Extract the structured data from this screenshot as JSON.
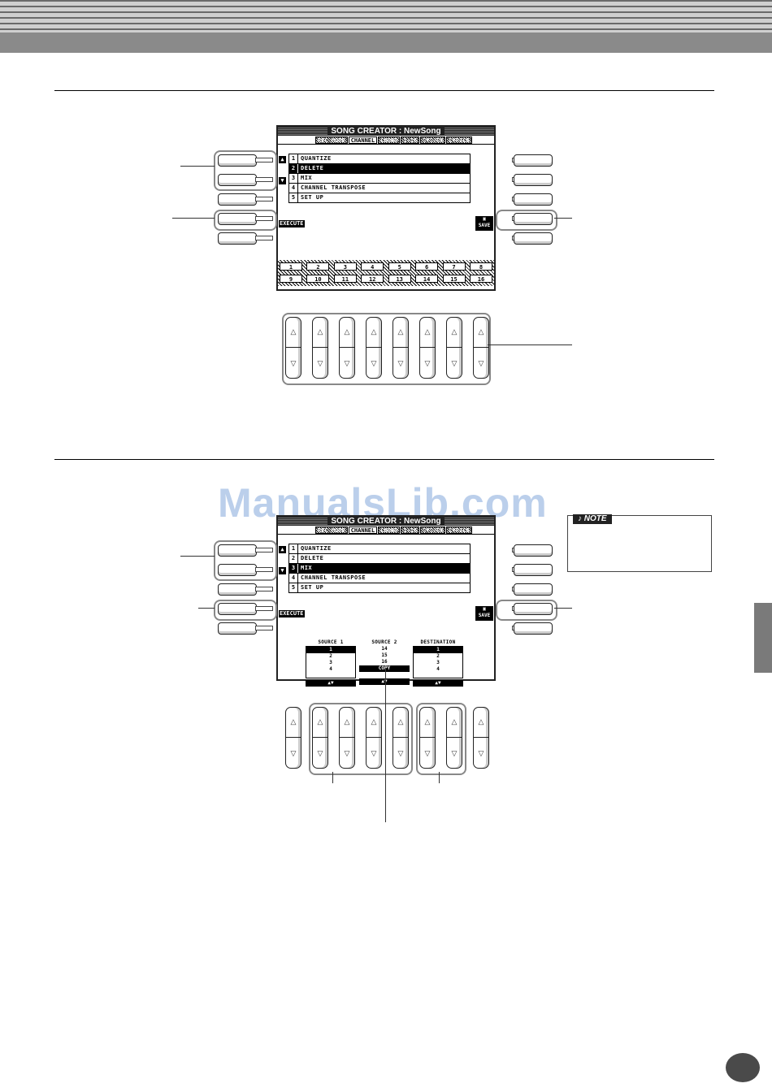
{
  "screen1": {
    "title": "SONG CREATOR : NewSong",
    "tabs": [
      {
        "label": "REC MODE"
      },
      {
        "label": "CHANNEL"
      },
      {
        "label": "CHORD"
      },
      {
        "label": "1-16"
      },
      {
        "label": "SYS/EX"
      },
      {
        "label": "LYRICS"
      }
    ],
    "menu": [
      {
        "num": "1",
        "label": "QUANTIZE"
      },
      {
        "num": "2",
        "label": "DELETE"
      },
      {
        "num": "3",
        "label": "MIX"
      },
      {
        "num": "4",
        "label": "CHANNEL TRANSPOSE"
      },
      {
        "num": "5",
        "label": "SET UP"
      }
    ],
    "selected_index": 1,
    "execute_label": "EXECUTE",
    "save_label": "SAVE",
    "channels_row1": [
      "1",
      "2",
      "3",
      "4",
      "5",
      "6",
      "7",
      "8"
    ],
    "channels_row2": [
      "9",
      "10",
      "11",
      "12",
      "13",
      "14",
      "15",
      "16"
    ]
  },
  "screen2": {
    "title": "SONG CREATOR : NewSong",
    "tabs": [
      {
        "label": "REC MODE"
      },
      {
        "label": "CHANNEL"
      },
      {
        "label": "CHORD"
      },
      {
        "label": "1-16"
      },
      {
        "label": "SYS/EX"
      },
      {
        "label": "LYRICS"
      }
    ],
    "menu": [
      {
        "num": "1",
        "label": "QUANTIZE"
      },
      {
        "num": "2",
        "label": "DELETE"
      },
      {
        "num": "3",
        "label": "MIX"
      },
      {
        "num": "4",
        "label": "CHANNEL TRANSPOSE"
      },
      {
        "num": "5",
        "label": "SET UP"
      }
    ],
    "selected_index": 2,
    "execute_label": "EXECUTE",
    "save_label": "SAVE",
    "source1": {
      "title": "SOURCE 1",
      "items": [
        "1",
        "2",
        "3",
        "4"
      ]
    },
    "source2": {
      "title": "SOURCE 2",
      "items": [
        "14",
        "15",
        "16"
      ],
      "button": "COPY"
    },
    "destination": {
      "title": "DESTINATION",
      "items": [
        "1",
        "2",
        "3",
        "4"
      ]
    },
    "updown_label": "▲▼"
  },
  "note": {
    "label": "NOTE"
  },
  "watermark": "ManualsLib.com",
  "colors": {
    "header": "#8a8a8a",
    "side_tab": "#7a7a7a",
    "watermark": "#78a0d7"
  }
}
